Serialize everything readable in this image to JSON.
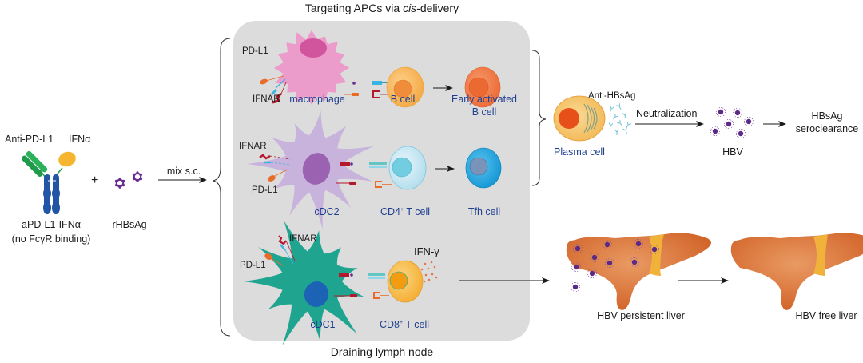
{
  "title_top": "Targeting APCs via ",
  "title_top_italic": "cis",
  "title_top_suffix": "-delivery",
  "title_bottom": "Draining lymph node",
  "left": {
    "antibody_label_left": "Anti-PD-L1",
    "antibody_label_right": "IFNα",
    "plus": "+",
    "antibody_name": "aPD-L1-IFNα",
    "antibody_note": "(no FcγR binding)",
    "antigen_name": "rHBsAg",
    "mix_label": "mix s.c."
  },
  "rows": [
    {
      "apc": "macrophage",
      "receptor_top": "PD-L1",
      "receptor_bottom": "IFNAR",
      "responder": "B cell",
      "outcome_line1": "Early activated",
      "outcome_line2": "B cell"
    },
    {
      "apc": "cDC2",
      "receptor_top": "IFNAR",
      "receptor_bottom": "PD-L1",
      "responder_prefix": "CD4",
      "responder_sup": "+",
      "responder_suffix": " T cell",
      "outcome_line1": "Tfh cell"
    },
    {
      "apc": "cDC1",
      "receptor_top": "IFNAR",
      "receptor_bottom": "PD-L1",
      "responder_prefix": "CD8",
      "responder_sup": "+",
      "responder_suffix": " T cell",
      "cytokine": "IFN-γ"
    }
  ],
  "right": {
    "plasma_cell": "Plasma cell",
    "antibody": "Anti-HBsAg",
    "neutralization": "Neutralization",
    "virus": "HBV",
    "result_line1": "HBsAg",
    "result_line2": "seroclearance",
    "liver_before": "HBV persistent liver",
    "liver_after": "HBV free liver"
  },
  "colors": {
    "panel": "#dcdcdc",
    "macrophage": "#ec9ccb",
    "macrophage_nucleus": "#d0559d",
    "cdc2": "#c7b3dc",
    "cdc2_nucleus": "#9a62b0",
    "cdc1": "#1fa58f",
    "cdc1_nucleus": "#1d63b5",
    "b_cell": "#f7b45a",
    "b_cell_nucleus": "#f08d3a",
    "early_b": "#f07a45",
    "cd4": "#c6e8f3",
    "tfh": "#22a6de",
    "cd8": "#f8bd4d",
    "liver": "#d86a2e",
    "virus": "#5b2a86",
    "label_blue": "#1f3f8f"
  }
}
